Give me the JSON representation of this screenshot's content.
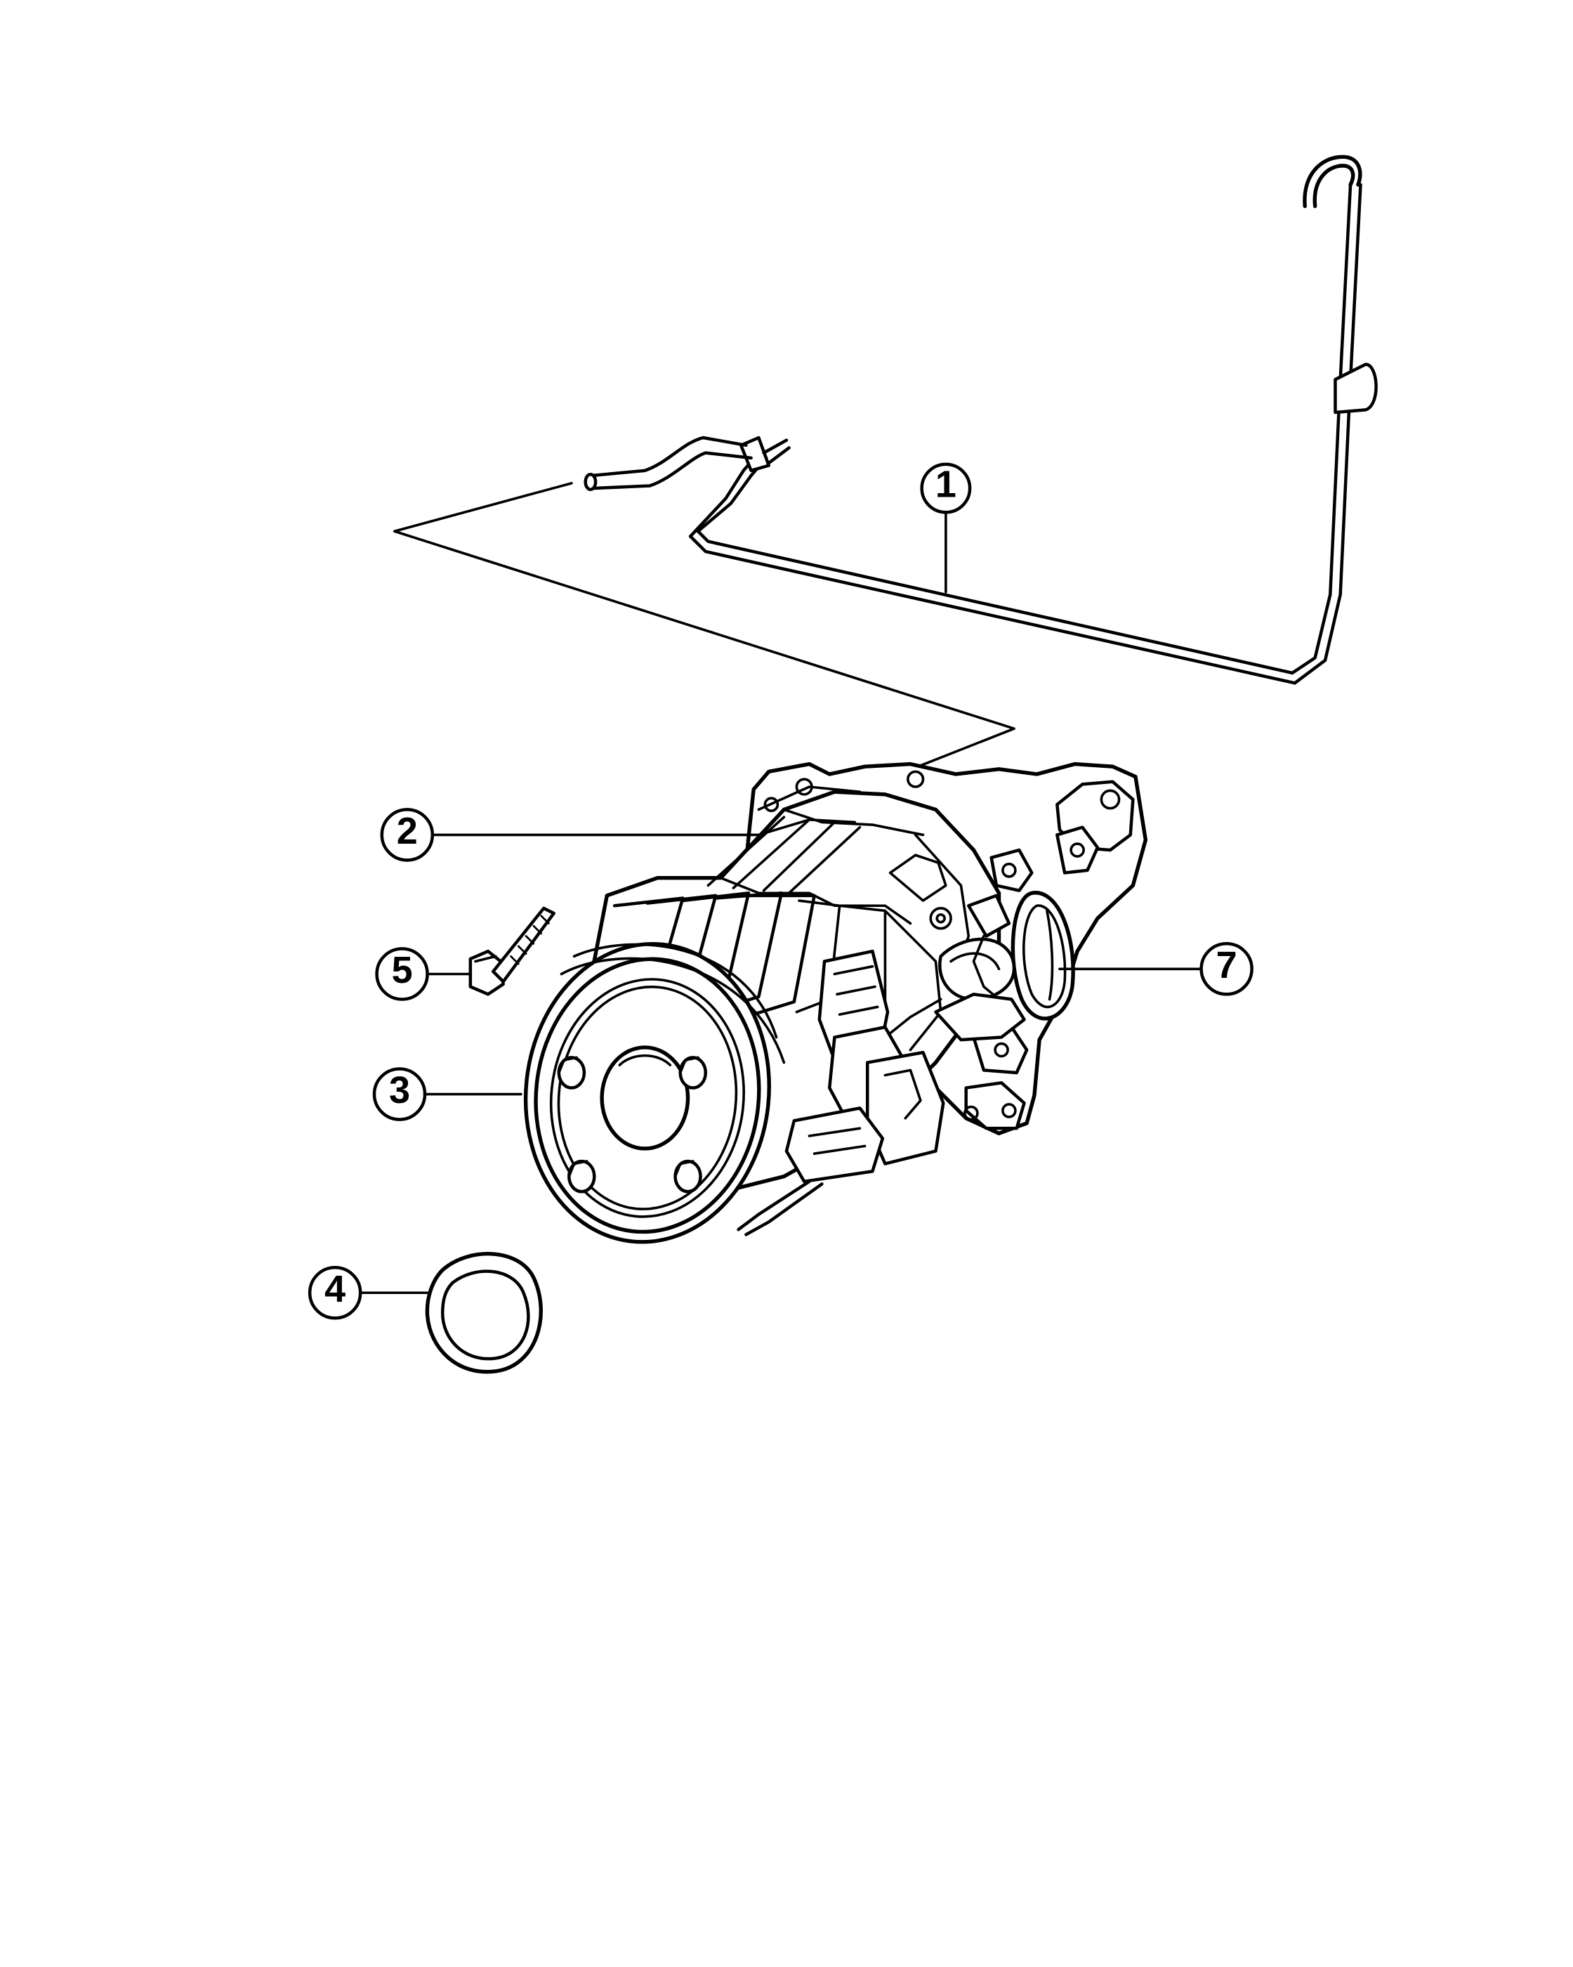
{
  "callouts": [
    {
      "id": "1",
      "label": "1"
    },
    {
      "id": "2",
      "label": "2"
    },
    {
      "id": "3",
      "label": "3"
    },
    {
      "id": "4",
      "label": "4"
    },
    {
      "id": "5",
      "label": "5"
    },
    {
      "id": "7",
      "label": "7"
    }
  ],
  "colors": {
    "ink": "#000000",
    "background": "#ffffff"
  }
}
